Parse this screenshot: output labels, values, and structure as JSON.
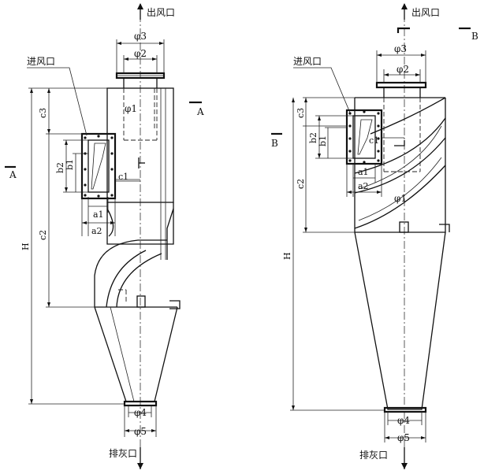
{
  "labels": {
    "outlet": "出风口",
    "inlet": "进风口",
    "ash_outlet": "排灰口",
    "phi1": "φ1",
    "phi2": "φ2",
    "phi3": "φ3",
    "phi4": "φ4",
    "phi5": "φ5",
    "a1": "a1",
    "a2": "a2",
    "b1": "b1",
    "b2": "b2",
    "c1": "c1",
    "c2": "c2",
    "c3": "c3",
    "H": "H",
    "section_A": "A",
    "section_B": "B"
  }
}
